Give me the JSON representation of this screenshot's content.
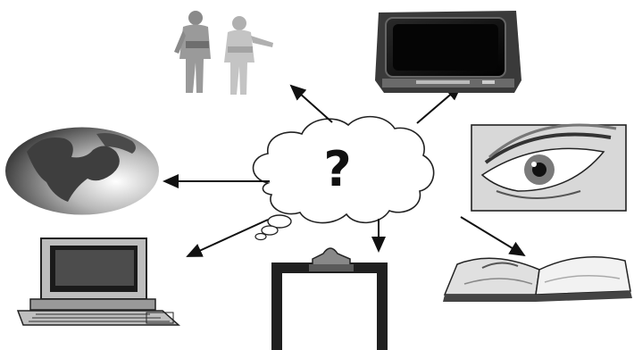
{
  "center": {
    "symbol": "?",
    "shape": "thought-cloud"
  },
  "nodes": [
    {
      "name": "people",
      "icon": "two-people-icon"
    },
    {
      "name": "television",
      "icon": "television-icon"
    },
    {
      "name": "globe",
      "icon": "globe-icon"
    },
    {
      "name": "eye",
      "icon": "eye-icon"
    },
    {
      "name": "computer",
      "icon": "desktop-computer-icon"
    },
    {
      "name": "clipboard",
      "icon": "clipboard-icon"
    },
    {
      "name": "book",
      "icon": "open-book-icon"
    }
  ],
  "colors": {
    "ink": "#111111",
    "grey_dark": "#555555",
    "grey_mid": "#8a8a8a",
    "grey_light": "#c8c8c8",
    "background": "#ffffff"
  }
}
